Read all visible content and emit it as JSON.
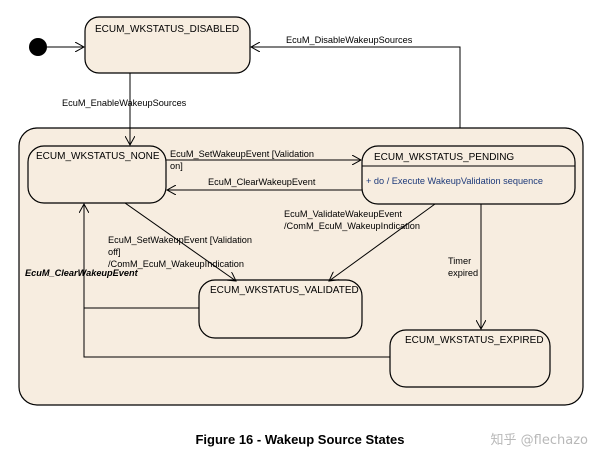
{
  "states": {
    "disabled": "ECUM_WKSTATUS_DISABLED",
    "none": "ECUM_WKSTATUS_NONE",
    "pending": "ECUM_WKSTATUS_PENDING",
    "pending_action": "+   do / Execute WakeupValidation sequence",
    "validated": "ECUM_WKSTATUS_VALIDATED",
    "expired": "ECUM_WKSTATUS_EXPIRED"
  },
  "transitions": {
    "disable": "EcuM_DisableWakeupSources",
    "enable": "EcuM_EnableWakeupSources",
    "set_validation_on_1": "EcuM_SetWakeupEvent [Validation",
    "set_validation_on_2": "on]",
    "clear_from_pending": "EcuM_ClearWakeupEvent",
    "validate_1": "EcuM_ValidateWakeupEvent",
    "validate_2": "/ComM_EcuM_WakeupIndication",
    "set_validation_off_1": "EcuM_SetWakeupEvent [Validation",
    "set_validation_off_2": "off]",
    "set_validation_off_3": "/ComM_EcuM_WakeupIndication",
    "timer_1": "Timer",
    "timer_2": "expired",
    "clear_from_validated_expired": "EcuM_ClearWakeupEvent"
  },
  "caption": "Figure 16 - Wakeup Source States",
  "watermark": "知乎 @flechazo"
}
